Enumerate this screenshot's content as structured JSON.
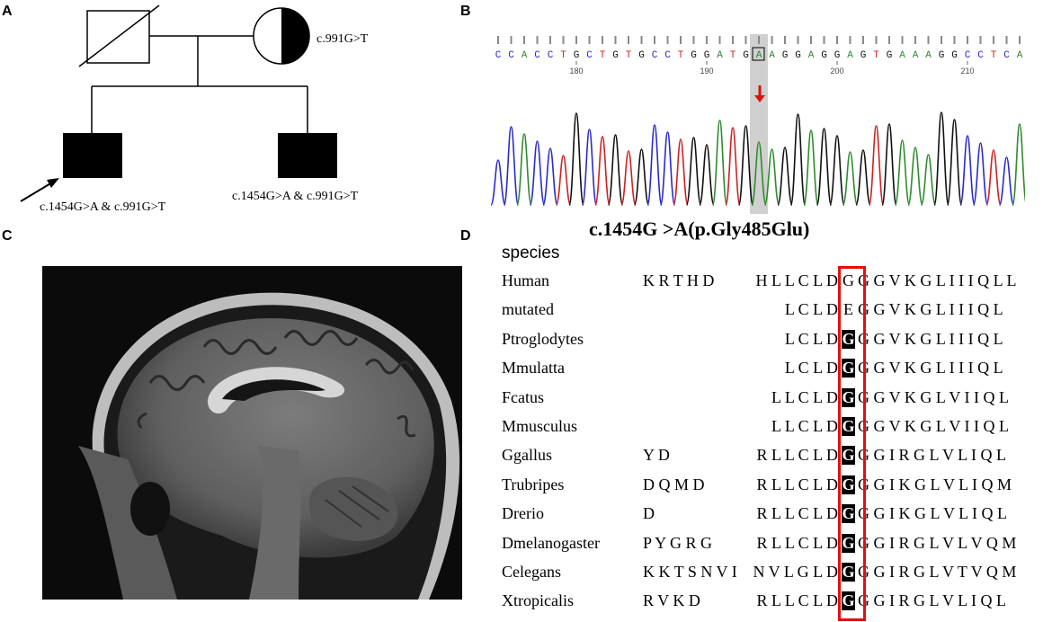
{
  "panels": {
    "a": "A",
    "b": "B",
    "c": "C",
    "d": "D"
  },
  "pedigree": {
    "mother_variant": "c.991G>T",
    "proband_variant": "c.1454G>A & c.991G>T",
    "sibling_variant": "c.1454G>A & c.991G>T"
  },
  "chromatogram": {
    "sequence": [
      "C",
      "C",
      "A",
      "C",
      "C",
      "T",
      "G",
      "C",
      "T",
      "G",
      "T",
      "G",
      "C",
      "C",
      "T",
      "G",
      "G",
      "A",
      "T",
      "G",
      "A",
      "A",
      "G",
      "G",
      "A",
      "G",
      "G",
      "A",
      "G",
      "T",
      "G",
      "A",
      "A",
      "A",
      "G",
      "G",
      "C",
      "C",
      "T",
      "C",
      "A"
    ],
    "position_labels": [
      "180",
      "190",
      "200",
      "210"
    ],
    "mutation_label": "c.1454G >A(p.Gly485Glu)",
    "colors": {
      "A": "#2e8b2e",
      "C": "#2a2ad0",
      "G": "#111111",
      "T": "#d02020",
      "arrow": "#e01010",
      "highlight": "#d0d0d0"
    }
  },
  "alignment": {
    "header": "species",
    "rows": [
      {
        "species": "Human",
        "prefix": "K R T H D",
        "mid": "H L L C L D",
        "site": "G",
        "suffix": "G G V K G L I I I Q L L",
        "boxed": false
      },
      {
        "species": "mutated",
        "prefix": "",
        "mid": "L C L D",
        "site": "E",
        "suffix": "G G V K G L I I I Q L",
        "boxed": false
      },
      {
        "species": "Ptroglodytes",
        "prefix": "",
        "mid": "L C L D",
        "site": "G",
        "suffix": "G G V K G L I I I Q L",
        "boxed": true
      },
      {
        "species": "Mmulatta",
        "prefix": "",
        "mid": "L C L D",
        "site": "G",
        "suffix": "G G V K G L I I I Q L",
        "boxed": true
      },
      {
        "species": "Fcatus",
        "prefix": "",
        "mid": "L L C L D",
        "site": "G",
        "suffix": "G G V K G L V I I Q L",
        "boxed": true
      },
      {
        "species": "Mmusculus",
        "prefix": "",
        "mid": "L L C L D",
        "site": "G",
        "suffix": "G G V K G L V I I Q L",
        "boxed": true
      },
      {
        "species": "Ggallus",
        "prefix": "Y D",
        "mid": "R L L C L D",
        "site": "G",
        "suffix": "G G I R G L V L I Q L",
        "boxed": true
      },
      {
        "species": "Trubripes",
        "prefix": "D Q M D",
        "mid": "R L L C L D",
        "site": "G",
        "suffix": "G G I K G L V L I Q M",
        "boxed": true
      },
      {
        "species": "Drerio",
        "prefix": "D",
        "mid": "R L L C L D",
        "site": "G",
        "suffix": "G G I K G L V L I Q L",
        "boxed": true
      },
      {
        "species": "Dmelanogaster",
        "prefix": "P Y G R G",
        "mid": "R L L C L D",
        "site": "G",
        "suffix": "G G I R G L V L V Q M",
        "boxed": true
      },
      {
        "species": "Celegans",
        "prefix": "K K T S N V I",
        "mid": "N V L G L D",
        "site": "G",
        "suffix": "G G I R G L V T V Q M",
        "boxed": true
      },
      {
        "species": "Xtropicalis",
        "prefix": "R V K D",
        "mid": "R L L C L D",
        "site": "G",
        "suffix": "G G I R G L V L I Q L",
        "boxed": true
      }
    ]
  }
}
